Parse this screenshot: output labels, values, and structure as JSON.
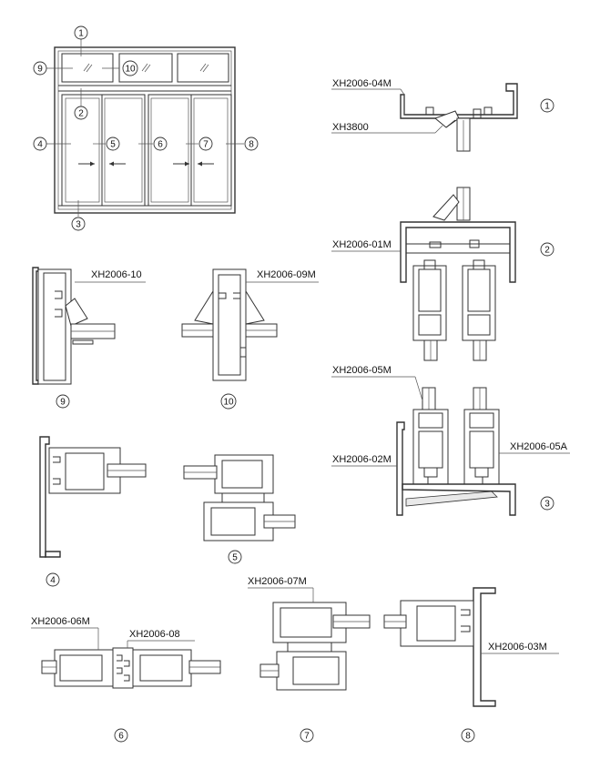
{
  "elevation": {
    "callouts": [
      "1",
      "2",
      "3",
      "4",
      "5",
      "6",
      "7",
      "8",
      "9",
      "10"
    ]
  },
  "sections": {
    "s1": {
      "number": "1",
      "codes": [
        "XH2006-04M",
        "XH3800"
      ]
    },
    "s2": {
      "number": "2",
      "codes": [
        "XH2006-01M"
      ]
    },
    "s3": {
      "number": "3",
      "codes": [
        "XH2006-05M",
        "XH2006-02M",
        "XH2006-05A"
      ]
    },
    "s4": {
      "number": "4",
      "codes": []
    },
    "s5": {
      "number": "5",
      "codes": []
    },
    "s6": {
      "number": "6",
      "codes": [
        "XH2006-06M",
        "XH2006-08"
      ]
    },
    "s7": {
      "number": "7",
      "codes": [
        "XH2006-07M"
      ]
    },
    "s8": {
      "number": "8",
      "codes": [
        "XH2006-03M"
      ]
    },
    "s9": {
      "number": "9",
      "codes": [
        "XH2006-10"
      ]
    },
    "s10": {
      "number": "10",
      "codes": [
        "XH2006-09M"
      ]
    }
  }
}
